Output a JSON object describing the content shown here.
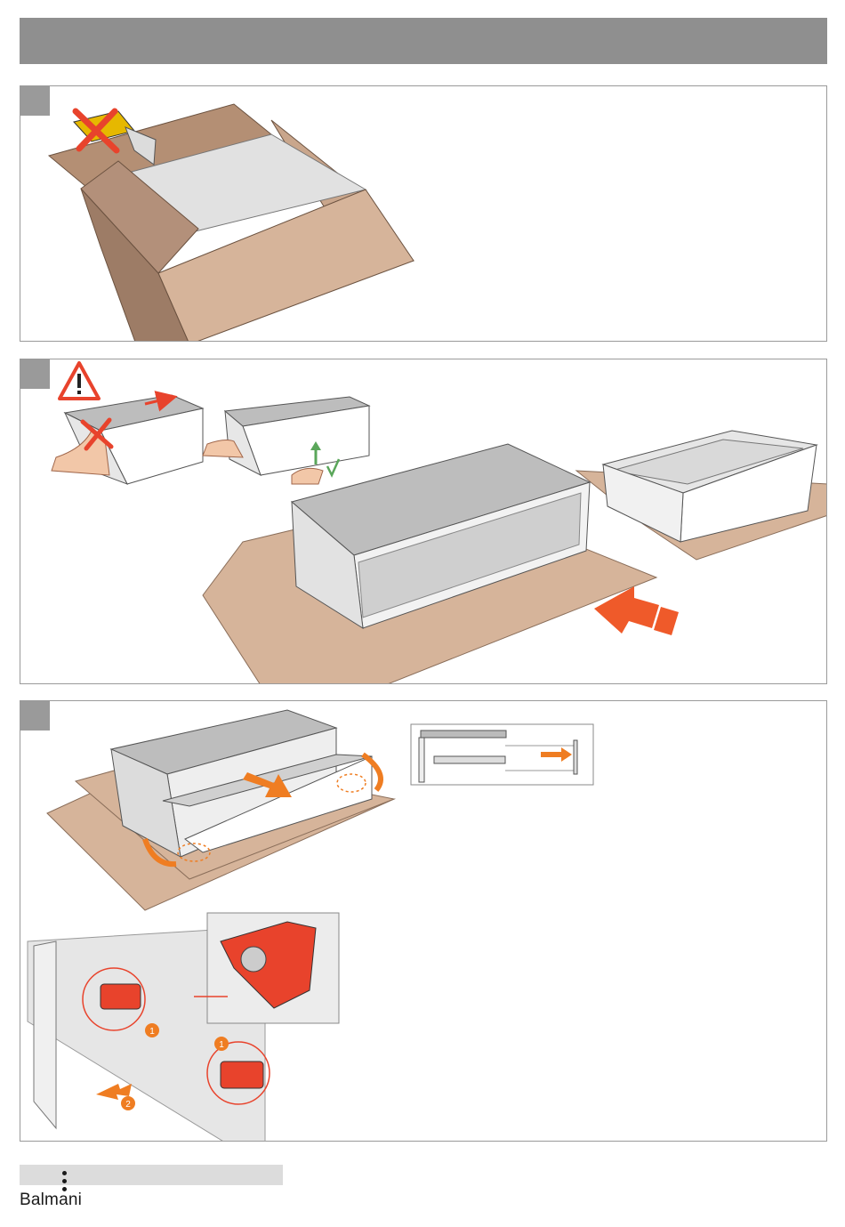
{
  "header": {
    "title": ""
  },
  "steps": [
    {
      "number": "",
      "name": "open-box"
    },
    {
      "number": "",
      "name": "unpack-cabinet"
    },
    {
      "number": "",
      "name": "remove-drawer"
    }
  ],
  "callouts": {
    "step3_first": "1",
    "step3_second": "2",
    "step3_first_b": "1"
  },
  "colors": {
    "header": "#8f8f8f",
    "cardboard": "#d6b49a",
    "cardboard_dark": "#a98a72",
    "accent_orange": "#ef7d22",
    "accent_red": "#e8432c",
    "check_green": "#5aa65a"
  },
  "brand": {
    "name": "Balmani"
  }
}
